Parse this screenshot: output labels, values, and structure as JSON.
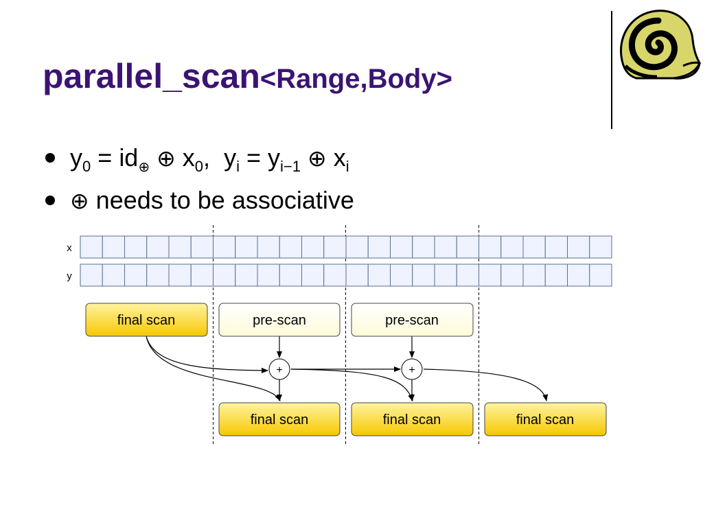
{
  "slide": {
    "title_main": "parallel_scan",
    "title_suffix": "<Range,Body>"
  },
  "bullets": {
    "formula": {
      "y": "y",
      "sub_0": "0",
      "eq": "=",
      "id": "id",
      "op": "⊕",
      "x": "x",
      "comma": ",",
      "sub_i": "i",
      "sub_i_minus_1": "i−1"
    },
    "assoc_op": "⊕",
    "assoc_text": "needs to be associative"
  },
  "diagram": {
    "row_labels": {
      "x": "x",
      "y": "y"
    },
    "cells_per_row": 24,
    "cells_per_chunk": 6,
    "chunks": 4,
    "top_boxes": [
      "final scan",
      "pre-scan",
      "pre-scan"
    ],
    "bottom_boxes": [
      "final scan",
      "final scan",
      "final scan"
    ],
    "combine_symbol": "+",
    "colors": {
      "final_scan_top": "#fff3a0",
      "final_scan_bottom": "#f6c800",
      "pre_scan_top": "#ffffff",
      "pre_scan_bottom": "#fffbd8",
      "cell_fill": "#eef3ff",
      "cell_stroke": "#5a6e93",
      "title": "#3b1473"
    }
  }
}
